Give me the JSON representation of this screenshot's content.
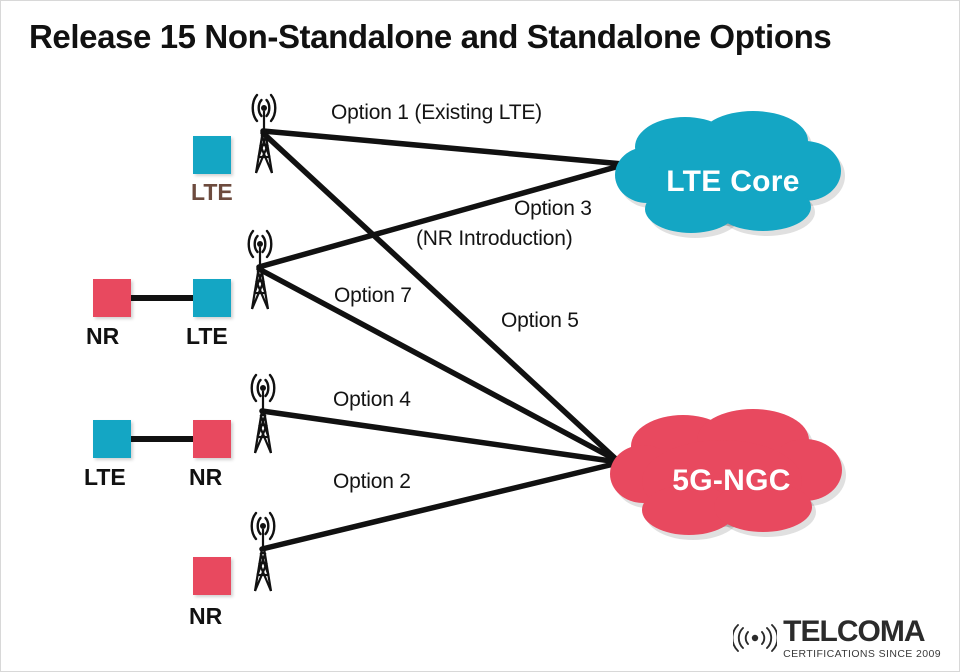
{
  "title": "Release 15 Non-Standalone and Standalone Options",
  "colors": {
    "lte_blue": "#14a6c4",
    "nr_pink": "#e8495f",
    "line_black": "#111111",
    "muted_brown": "#6d4b3e",
    "background": "#ffffff"
  },
  "access_nodes": [
    {
      "id": "row1",
      "boxes": [
        {
          "label": "LTE",
          "color": "#14a6c4",
          "label_color": "#6d4b3e"
        }
      ],
      "tower": "cell-tower-icon"
    },
    {
      "id": "row2",
      "boxes": [
        {
          "label": "NR",
          "color": "#e8495f",
          "label_color": "#111111"
        },
        {
          "label": "LTE",
          "color": "#14a6c4",
          "label_color": "#111111"
        }
      ],
      "tower": "cell-tower-icon"
    },
    {
      "id": "row3",
      "boxes": [
        {
          "label": "LTE",
          "color": "#14a6c4",
          "label_color": "#111111"
        },
        {
          "label": "NR",
          "color": "#e8495f",
          "label_color": "#111111"
        }
      ],
      "tower": "cell-tower-icon"
    },
    {
      "id": "row4",
      "boxes": [
        {
          "label": "NR",
          "color": "#e8495f",
          "label_color": "#111111"
        }
      ],
      "tower": "cell-tower-icon"
    }
  ],
  "option_labels": {
    "option1": "Option 1 (Existing LTE)",
    "option3_line1": "Option 3",
    "option3_line2": "(NR Introduction)",
    "option7": "Option 7",
    "option5": "Option 5",
    "option4": "Option 4",
    "option2": "Option 2"
  },
  "cores": {
    "lte_core": {
      "label": "LTE Core",
      "color": "#14a6c4"
    },
    "ngc_core": {
      "label": "5G-NGC",
      "color": "#e8495f"
    }
  },
  "logo": {
    "name": "TELCOMA",
    "tagline": "CERTIFICATIONS SINCE 2009",
    "icon": "signal-wave-icon"
  }
}
